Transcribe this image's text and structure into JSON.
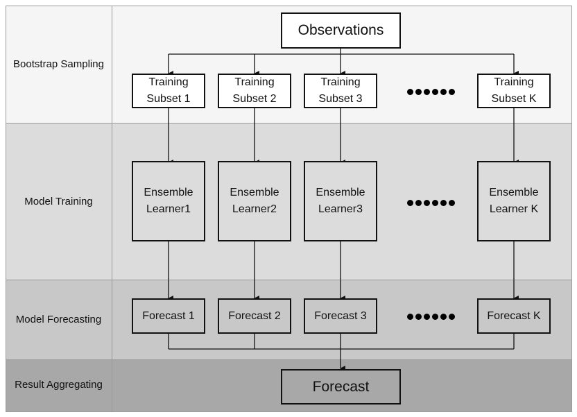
{
  "stages": {
    "bootstrap": "Bootstrap Sampling",
    "training": "Model Training",
    "forecasting": "Model Forecasting",
    "aggregating": "Result Aggregating"
  },
  "top": {
    "label": "Observations"
  },
  "subsets": [
    "Training\nSubset 1",
    "Training\nSubset 2",
    "Training\nSubset 3",
    "Training\nSubset K"
  ],
  "learners": [
    "Ensemble\nLearner1",
    "Ensemble\nLearner2",
    "Ensemble\nLearner3",
    "Ensemble\nLearner K"
  ],
  "forecasts": [
    "Forecast 1",
    "Forecast 2",
    "Forecast 3",
    "Forecast K"
  ],
  "result": {
    "label": "Forecast"
  },
  "colors": {
    "bootstrap_bg": "#f5f5f5",
    "training_bg": "#dcdcdc",
    "forecasting_bg": "#c8c8c8",
    "aggregating_bg": "#a8a8a8"
  }
}
